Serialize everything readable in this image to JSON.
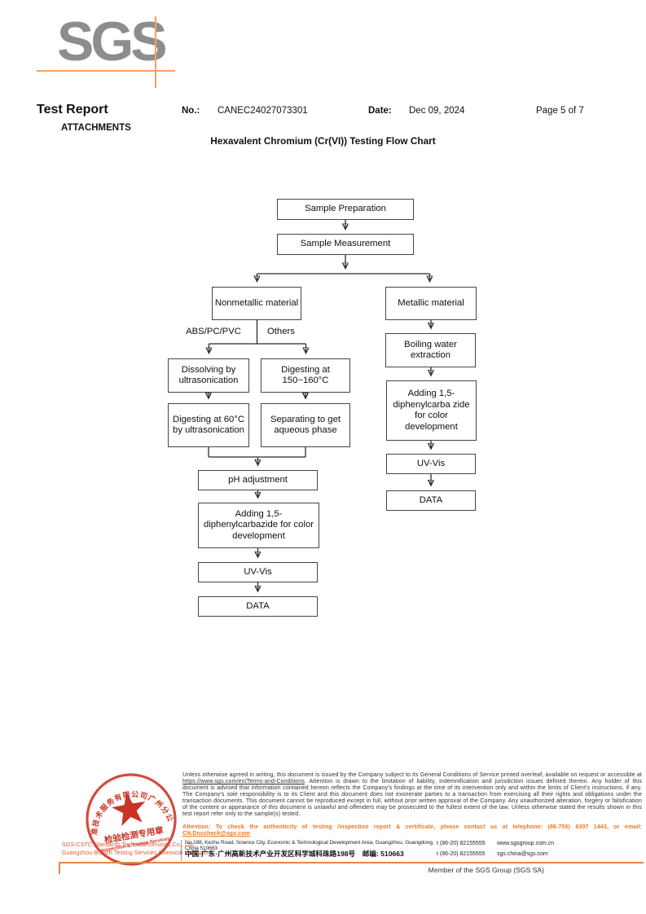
{
  "logo": {
    "text": "SGS"
  },
  "header": {
    "title": "Test Report",
    "attachments": "ATTACHMENTS",
    "no_label": "No.:",
    "no_value": "CANEC24027073301",
    "date_label": "Date:",
    "date_value": "Dec 09, 2024",
    "page": "Page 5 of 7",
    "chart_title": "Hexavalent Chromium (Cr(VI)) Testing Flow Chart"
  },
  "flowchart": {
    "boxes": {
      "sample_preparation": "Sample Preparation",
      "sample_measurement": "Sample Measurement",
      "nonmetallic": "Nonmetallic material",
      "metallic": "Metallic material",
      "dissolving": "Dissolving by ultrasonication",
      "digesting_high": "Digesting at 150~160°C",
      "digesting_60": "Digesting at 60°C by ultrasonication",
      "separating": "Separating to get aqueous phase",
      "boiling": "Boiling water extraction",
      "adding_metallic": "Adding 1,5-diphenylcarba zide for color development",
      "uv_vis_metallic": "UV-Vis",
      "data_metallic": "DATA",
      "ph_adjustment": "pH adjustment",
      "adding_nonmetallic": "Adding 1,5-diphenylcarbazide for color development",
      "uv_vis_nonmetallic": "UV-Vis",
      "data_nonmetallic": "DATA"
    },
    "branch_labels": {
      "abs": "ABS/PC/PVC",
      "others": "Others"
    }
  },
  "footer": {
    "disclaimer_p1": "Unless otherwise agreed in writing, this document is issued by the Company subject to its General Conditions of Service printed overleaf, available on request or accessible at ",
    "disclaimer_link": "https://www.sgs.com/en/Terms-and-Conditions",
    "disclaimer_p2": ". Attention is drawn to the limitation of liability, indemnification and jurisdiction issues defined therein. Any holder of this document is advised that information contained hereon reflects the Company's findings at the time of its intervention only and within the limits of Client's instructions, if any. The Company's sole responsibility is to its Client and this document does not exonerate parties to a transaction from exercising all their rights and obligations under the transaction documents. This document cannot be reproduced except in full, without prior written approval of the Company. Any unauthorized alteration, forgery or falsification of the content or appearance of this document is unlawful and offenders may be prosecuted to the fullest extent of the law. Unless otherwise stated the results shown in this test report refer only to the sample(s) tested.",
    "attention_text": "Attention: To check the authenticity of testing /inspection report & certificate, please contact us at telephone: (86-755) 8307 1443, or email: ",
    "attention_email": "CN.Doccheck@sgs.com",
    "address_en": "No.198, Kezhu Road, Science City, Economic & Technological Development Area, Guangzhou, Guangdong, China 510663",
    "address_cn": "中国·广东·广州高新技术产业开发区科学城科珠路198号　邮编: 510663",
    "phone1": "t (86-20) 82155555",
    "phone2": "t (86-20) 82155555",
    "website": "www.sgsgroup.com.cn",
    "email": "sgs.china@sgs.com",
    "member": "Member of the SGS Group (SGS SA)"
  },
  "stamp": {
    "arc_text": "标准技术服务有限公司广州分公司",
    "center_text": "检验检测专用章",
    "center_subtext": "Inspection & Testing Services",
    "company_line1": "SGS-CSTC Standards Technical Services Co., Ltd.",
    "company_line2": "Guangzhou Branch Testing Services Chemical Laboratory."
  },
  "colors": {
    "sgs_orange": "#e87722",
    "line_orange": "#f2a268",
    "stamp_red": "#c93425",
    "logo_gray": "#8d8d8d"
  }
}
